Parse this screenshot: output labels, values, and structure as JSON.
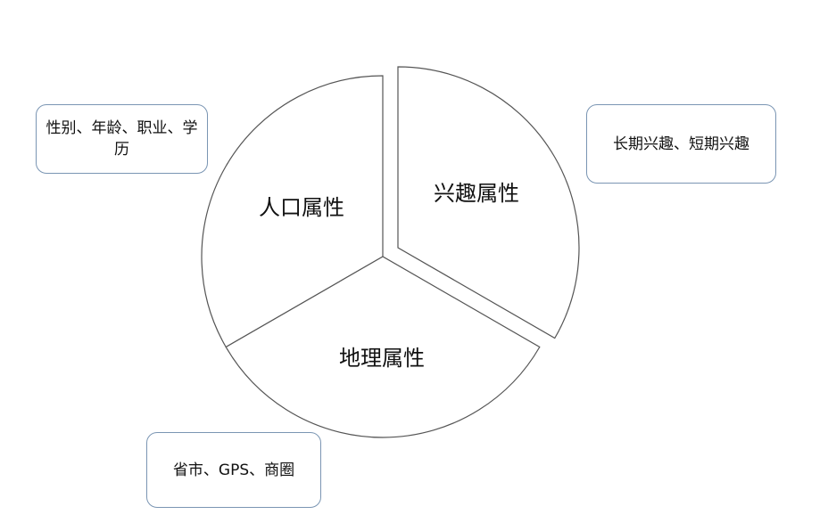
{
  "segments": {
    "demographic": "人口属性",
    "interest": "兴趣属性",
    "geographic": "地理属性"
  },
  "callouts": {
    "demographic": "性别、年龄、职业、学历",
    "interest": "长期兴趣、短期兴趣",
    "geographic": "省市、GPS、商圈"
  }
}
